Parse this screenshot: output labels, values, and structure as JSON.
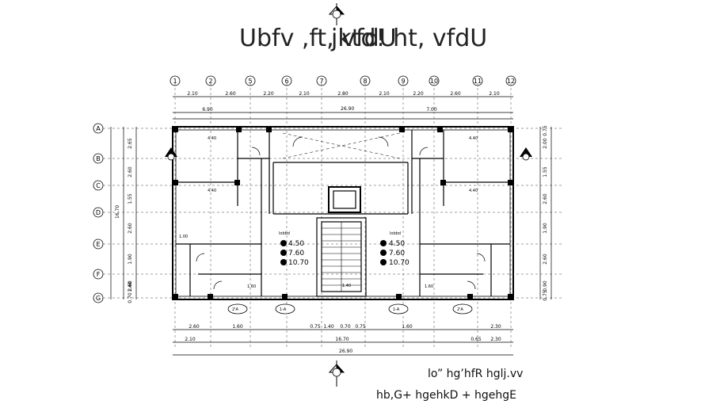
{
  "drawing": {
    "title": "Ubfv ,ft, vfdU",
    "title_suffix": "jktd! ht, vfdU",
    "footer_line1": "lo” hg’hfR hglj.vv",
    "footer_line2": "hb,G+ hgehkD + hgehgE"
  },
  "grid_columns": [
    "1",
    "2",
    "5",
    "6",
    "7",
    "8",
    "9",
    "10",
    "11",
    "12"
  ],
  "grid_rows": [
    "A",
    "B",
    "C",
    "D",
    "E",
    "F",
    "G"
  ],
  "top_dimensions_row1": [
    "2.10",
    "2.60",
    "2.20",
    "2.10",
    "2.80",
    "2.10",
    "2.20",
    "2.60",
    "2.10"
  ],
  "top_dimensions_row2": [
    "6.90",
    "7.00"
  ],
  "top_dimensions_total": "26.90",
  "bottom_dimensions_row1": [
    "2.60",
    "1.60",
    "0.75",
    "1.40",
    "0.70",
    "0.75",
    "1.60",
    "2.30"
  ],
  "bottom_dimensions_row2": [
    "2.10",
    "16.70",
    "0.65",
    "2.30"
  ],
  "bottom_dimensions_total": "26.90",
  "left_dimensions": [
    "2.65",
    "2.60",
    "1.55",
    "2.60",
    "1.90",
    "2.60",
    "1.40",
    "0.70"
  ],
  "left_total": "16.70",
  "right_dimensions": [
    "0.75",
    "2.00",
    "1.55",
    "2.60",
    "1.90",
    "2.60",
    "0.90",
    "0.75"
  ],
  "levels": [
    {
      "row": "upper",
      "value": "4.50"
    },
    {
      "row": "mid",
      "value": "7.60"
    },
    {
      "row": "lower",
      "value": "10.70"
    }
  ],
  "levels_right": [
    "4.50",
    "7.60",
    "10.70"
  ],
  "section_marks": [
    "2'A",
    "1-A",
    "1-A",
    "2'A"
  ],
  "interior_labels": {
    "stair_mid": "1.40",
    "lobby_left": "lobbd",
    "lobby_right": "lobbd",
    "room_left_top": "4.40",
    "room_right_top": "4.40",
    "room_left_mid": "4.40",
    "room_right_mid": "4.40",
    "shaft": "1.00",
    "wc_left": "1.60",
    "wc_right": "1.60"
  }
}
